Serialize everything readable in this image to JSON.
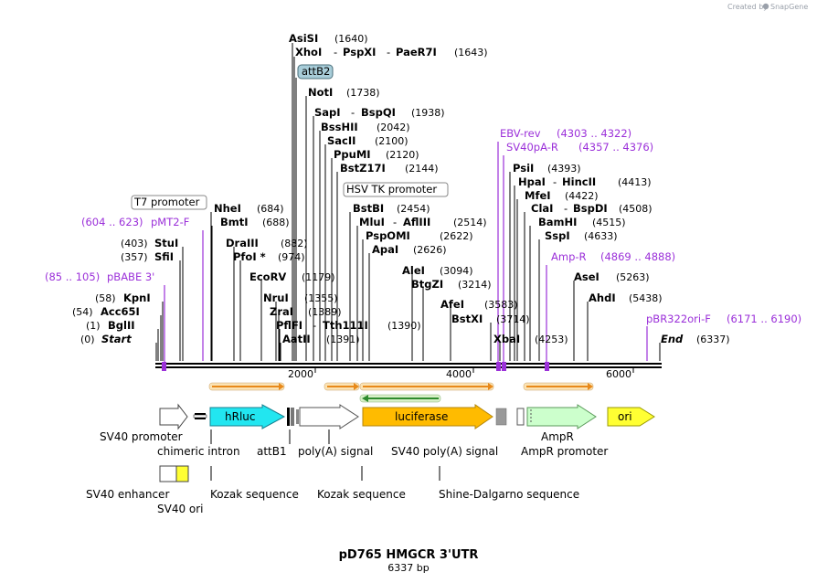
{
  "header": {
    "credit_prefix": "Created by",
    "brand": "SnapGene"
  },
  "title": "pD765 HMGCR 3'UTR",
  "subtitle": "6337 bp",
  "ruler": {
    "ticks": [
      "2000",
      "4000",
      "6000"
    ]
  },
  "labels": {
    "asisi": "AsiSI",
    "asisi_pos": "(1640)",
    "xhoi": "XhoI",
    "pspxi": "PspXI",
    "paer7i": "PaeR7I",
    "xhoi_pos": "(1643)",
    "attb2": "attB2",
    "noti": "NotI",
    "noti_pos": "(1738)",
    "sapi": "SapI",
    "bspqi": "BspQI",
    "sapi_pos": "(1938)",
    "bsshii": "BssHII",
    "bsshii_pos": "(2042)",
    "sacii": "SacII",
    "sacii_pos": "(2100)",
    "ppumi": "PpuMI",
    "ppumi_pos": "(2120)",
    "bstz17i": "BstZ17I",
    "bstz17i_pos": "(2144)",
    "hsvtk": "HSV TK promoter",
    "bstbi": "BstBI",
    "bstbi_pos": "(2454)",
    "mlui": "MluI",
    "afliii": "AflIII",
    "mlui_pos": "(2514)",
    "pspomi": "PspOMI",
    "pspomi_pos": "(2622)",
    "apai": "ApaI",
    "apai_pos": "(2626)",
    "alei": "AleI",
    "alei_pos": "(3094)",
    "btgzi": "BtgZI",
    "btgzi_pos": "(3214)",
    "afei": "AfeI",
    "afei_pos": "(3583)",
    "bstxi": "BstXI",
    "bstxi_pos": "(3714)",
    "xbai": "XbaI",
    "xbai_pos": "(4253)",
    "t7": "T7 promoter",
    "nhei": "NheI",
    "nhei_pos": "(684)",
    "bmti": "BmtI",
    "bmti_pos": "(688)",
    "draiii": "DraIII",
    "draiii_pos": "(882)",
    "pfoi": "PfoI *",
    "pfoi_pos": "(974)",
    "ecorv": "EcoRV",
    "ecorv_pos": "(1179)",
    "nrui": "NruI",
    "nrui_pos": "(1355)",
    "zrai": "ZraI",
    "zrai_pos": "(1389)",
    "pflfi": "PflFI",
    "tth111i": "Tth111I",
    "pflfi_pos": "(1390)",
    "aatii": "AatII",
    "aatii_pos": "(1391)",
    "pmt2": "pMT2-F",
    "pmt2_pos": "(604 .. 623)",
    "stui": "StuI",
    "stui_pos": "(403)",
    "sfii": "SfiI",
    "sfii_pos": "(357)",
    "pbabe": "pBABE 3'",
    "pbabe_pos": "(85 .. 105)",
    "kpni": "KpnI",
    "kpni_pos": "(58)",
    "acc65i": "Acc65I",
    "acc65i_pos": "(54)",
    "bglii": "BglII",
    "bglii_pos": "(1)",
    "start": "Start",
    "start_pos": "(0)",
    "ebv": "EBV-rev",
    "ebv_pos": "(4303 .. 4322)",
    "sv40par": "SV40pA-R",
    "sv40par_pos": "(4357 .. 4376)",
    "psii": "PsiI",
    "psii_pos": "(4393)",
    "hpai": "HpaI",
    "hincii": "HincII",
    "hpai_pos": "(4413)",
    "mfei": "MfeI",
    "mfei_pos": "(4422)",
    "clai": "ClaI",
    "bspdi": "BspDI",
    "clai_pos": "(4508)",
    "bamhi": "BamHI",
    "bamhi_pos": "(4515)",
    "sspi": "SspI",
    "sspi_pos": "(4633)",
    "ampr_primer": "Amp-R",
    "ampr_primer_pos": "(4869 .. 4888)",
    "asei": "AseI",
    "asei_pos": "(5263)",
    "ahdi": "AhdI",
    "ahdi_pos": "(5438)",
    "pbr322": "pBR322ori-F",
    "pbr322_pos": "(6171 .. 6190)",
    "end": "End",
    "end_pos": "(6337)",
    "dash": "-"
  },
  "features": {
    "hrluc": "hRluc",
    "luciferase": "luciferase",
    "ori": "ori",
    "sv40_promoter": "SV40 promoter",
    "chimeric_intron": "chimeric intron",
    "attb1": "attB1",
    "polya_signal": "poly(A) signal",
    "sv40_polya_signal": "SV40 poly(A) signal",
    "ampr_promoter": "AmpR promoter",
    "ampr": "AmpR",
    "sv40_enhancer": "SV40 enhancer",
    "sv40_ori": "SV40 ori",
    "kozak1": "Kozak sequence",
    "kozak2": "Kozak sequence",
    "shine_dalgarno": "Shine-Dalgarno sequence"
  },
  "colors": {
    "primer": "#9b30d9",
    "hrluc": "#22e6f0",
    "luciferase": "#ffbb00",
    "ori": "#ffff33",
    "ampr": "#ccffcc",
    "orf": "#e8891a",
    "orf_rev": "#2e8b2e",
    "attb2_fill": "#a8cdd9"
  }
}
